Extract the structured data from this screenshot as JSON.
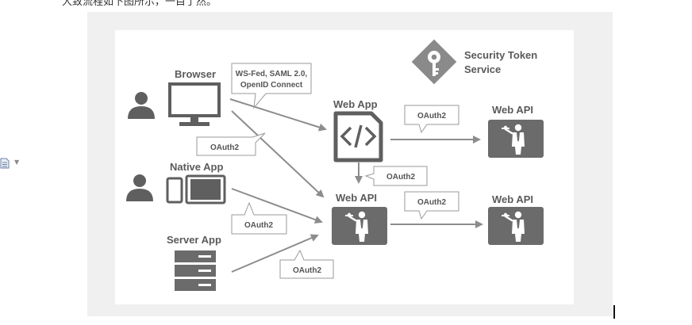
{
  "top_text": "大致流程如下图所示，一目了然。",
  "diagram": {
    "sts_label_line1": "Security Token",
    "sts_label_line2": "Service",
    "nodes": {
      "browser": "Browser",
      "native_app": "Native App",
      "server_app": "Server App",
      "web_app": "Web App",
      "web_api_center": "Web API",
      "web_api_top_right": "Web API",
      "web_api_bottom_right": "Web API"
    },
    "callouts": {
      "browser_protocols_line1": "WS-Fed, SAML 2.0,",
      "browser_protocols_line2": "OpenID Connect",
      "browser_oauth": "OAuth2",
      "webapp_to_api_right": "OAuth2",
      "webapp_to_api_down": "OAuth2",
      "api_to_api_right": "OAuth2",
      "native_oauth": "OAuth2",
      "server_oauth": "OAuth2"
    },
    "colors": {
      "arrow": "#8c8c8c",
      "api_box": "#6b6b6b",
      "icon": "#5f5f5f",
      "sts_diamond": "#8a8a8a",
      "callout_border": "#9a9a9a"
    }
  }
}
